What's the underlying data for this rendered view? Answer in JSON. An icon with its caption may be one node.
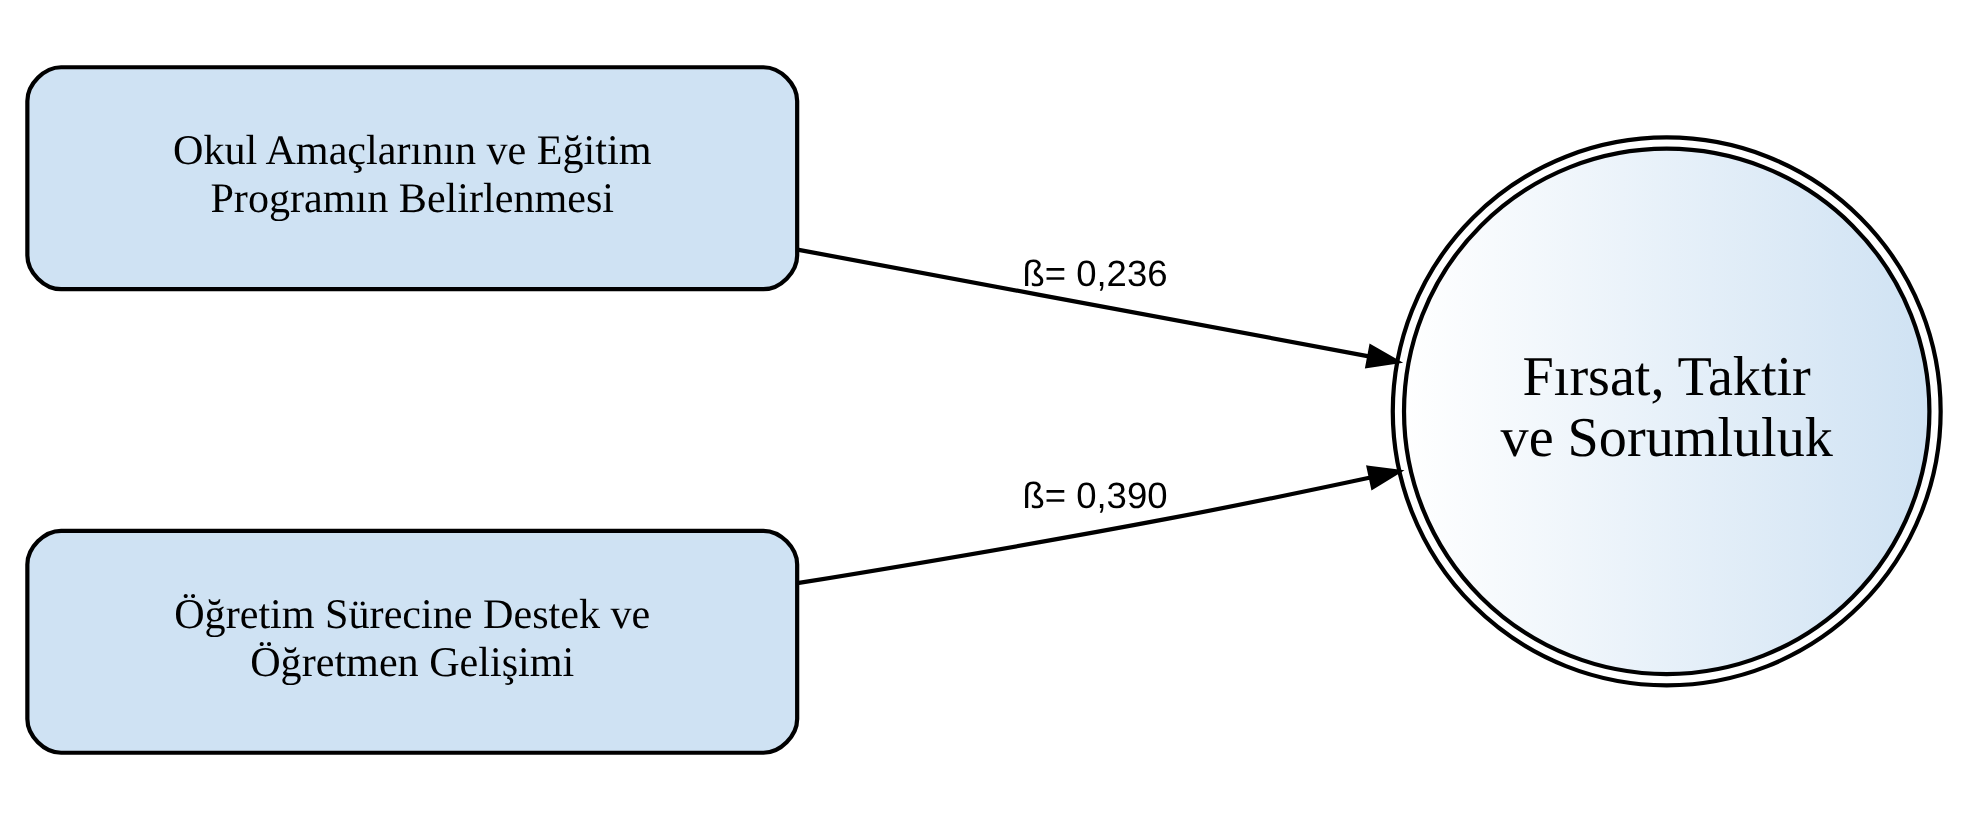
{
  "diagram": {
    "nodes": [
      {
        "text": [
          "Okul Amaçlarının ve Eğitim Programın Belirlenmesi"
        ]
      },
      {
        "text": [
          "Öğretim Sürecine Destek ve Öğretmen Gelişimi"
        ]
      },
      {
        "text": [
          "Fırsat, Taktir ve Sorumluluk"
        ]
      }
    ],
    "edges": [
      {
        "from": 0,
        "to": 2,
        "arrow": "to",
        "label": "ß= 0,236"
      },
      {
        "from": 1,
        "to": 2,
        "arrow": "to",
        "label": "ß= 0,390"
      }
    ]
  }
}
